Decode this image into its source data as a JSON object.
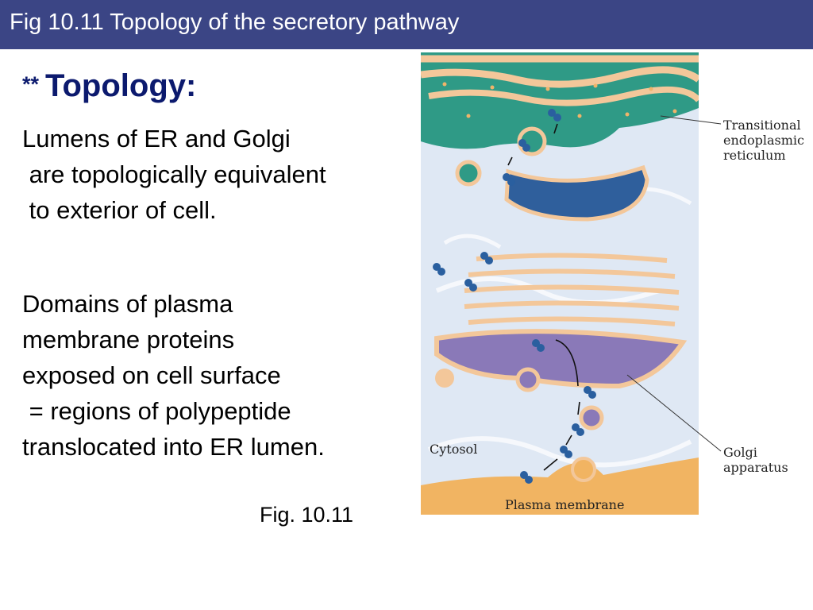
{
  "header": {
    "title": "Fig 10.11  Topology of the secretory pathway"
  },
  "heading": {
    "stars": "**",
    "word": "Topology:"
  },
  "paragraphs": {
    "p1": "Lumens of ER and Golgi\n are topologically equivalent\n to exterior of cell.",
    "p2": "Domains of plasma\nmembrane proteins\nexposed on cell surface\n = regions of polypeptide\ntranslocated into ER lumen."
  },
  "figure": {
    "caption": "Fig. 10.11",
    "labels": {
      "transitional_er": "Transitional\nendoplasmic\nreticulum",
      "golgi": "Golgi\napparatus",
      "cytosol": "Cytosol",
      "plasma_membrane": "Plasma membrane"
    },
    "colors": {
      "er": "#2f9a86",
      "membrane": "#f3c79a",
      "golgi_cis": "#2f5f9c",
      "golgi_trans": "#8a79b8",
      "cytosol": "#dfe8f4",
      "plasma": "#f1b462",
      "protein": "#2a5f9f"
    }
  }
}
